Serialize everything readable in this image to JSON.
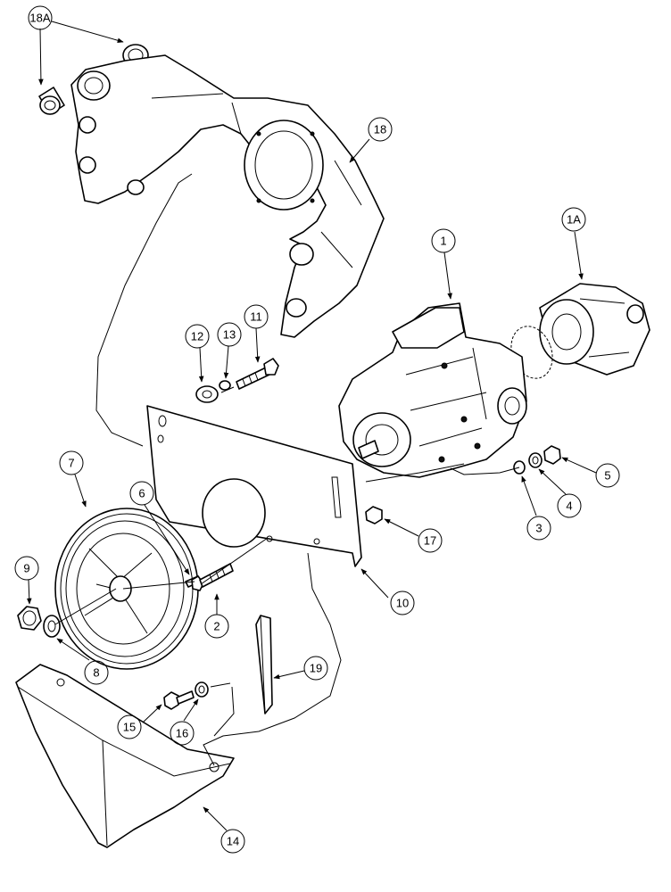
{
  "callouts": {
    "c18a": "18A",
    "c18": "18",
    "c1": "1",
    "c1a": "1A",
    "c12": "12",
    "c13": "13",
    "c11": "11",
    "c7": "7",
    "c6": "6",
    "c9": "9",
    "c8": "8",
    "c2": "2",
    "c3": "3",
    "c4": "4",
    "c5": "5",
    "c17": "17",
    "c10": "10",
    "c19": "19",
    "c15": "15",
    "c16": "16",
    "c14": "14"
  }
}
